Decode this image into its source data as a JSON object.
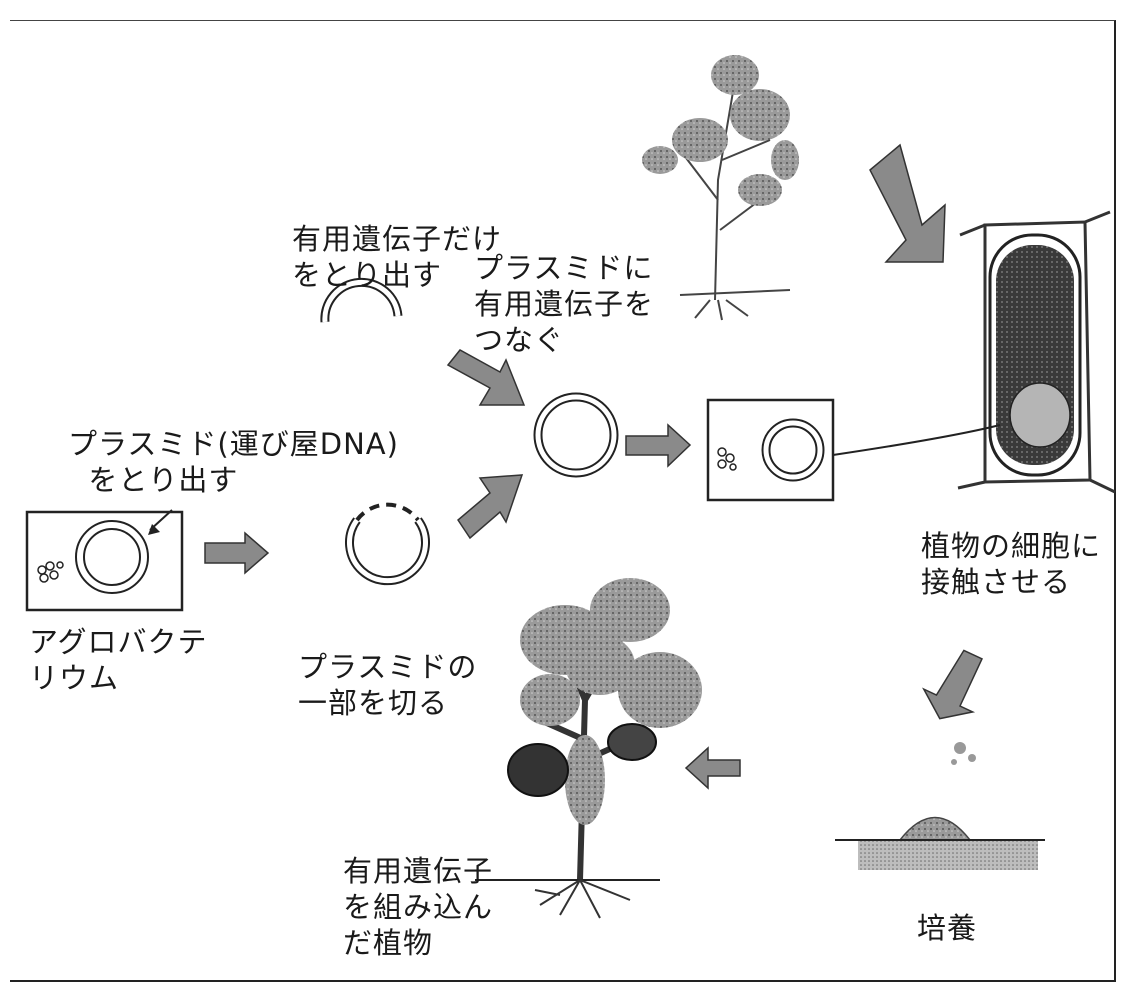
{
  "labels": {
    "extract_gene": "有用遺伝子だけ\nをとり出す",
    "connect_plasmid": "プラスミドに\n有用遺伝子を\nつなぐ",
    "extract_plasmid": "プラスミド(運び屋DNA)\n  をとり出す",
    "agrobacterium": "アグロバクテ\nリウム",
    "cut_plasmid": "プラスミドの\n一部を切る",
    "contact_cell": "植物の細胞に\n接触させる",
    "culture": "培養",
    "modified_plant": "有用遺伝子\nを組み込ん\nだ植物"
  },
  "colors": {
    "ink": "#1a1a1a",
    "arrow_fill": "#8a8a8a",
    "cell_dark": "#3a3a3a",
    "foliage": "#555555"
  },
  "icons": [
    "gene-fragment-icon",
    "plasmid-ring-icon",
    "bacterium-icon",
    "plant-cell-icon",
    "tomato-plant-icon",
    "seedling-icon",
    "culture-dish-icon",
    "block-arrow-icon"
  ]
}
